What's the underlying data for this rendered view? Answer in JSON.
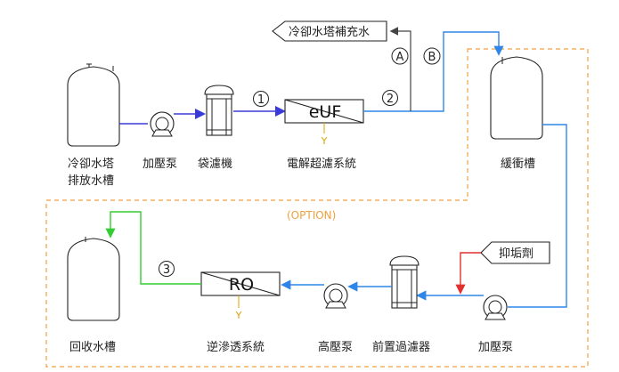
{
  "labels": {
    "cooling_makeup": "冷卻水塔補充水",
    "tag_a": "A",
    "tag_b": "B",
    "tag_1": "1",
    "tag_2": "2",
    "tag_3": "3",
    "euf": "eUF",
    "ro": "RO",
    "y_euf": "Y",
    "y_ro": "Y",
    "tower_drain_line1": "冷卻水塔",
    "tower_drain_line2": "排放水槽",
    "booster_pump_1": "加壓泵",
    "bag_filter": "袋濾機",
    "euf_system": "電解超濾系統",
    "buffer_tank": "緩衝槽",
    "option": "(OPTION)",
    "antiscalant": "抑垢劑",
    "recovery_tank": "回收水槽",
    "ro_system": "逆滲透系統",
    "hp_pump": "高壓泵",
    "pre_filter": "前置過濾器",
    "booster_pump_2": "加壓泵"
  },
  "colors": {
    "blue_line": "#2f86e8",
    "purple_line": "#3a3ad8",
    "green_line": "#33cc33",
    "red_line": "#e03030",
    "dashed_border": "#f0a040",
    "stroke": "#222222"
  }
}
